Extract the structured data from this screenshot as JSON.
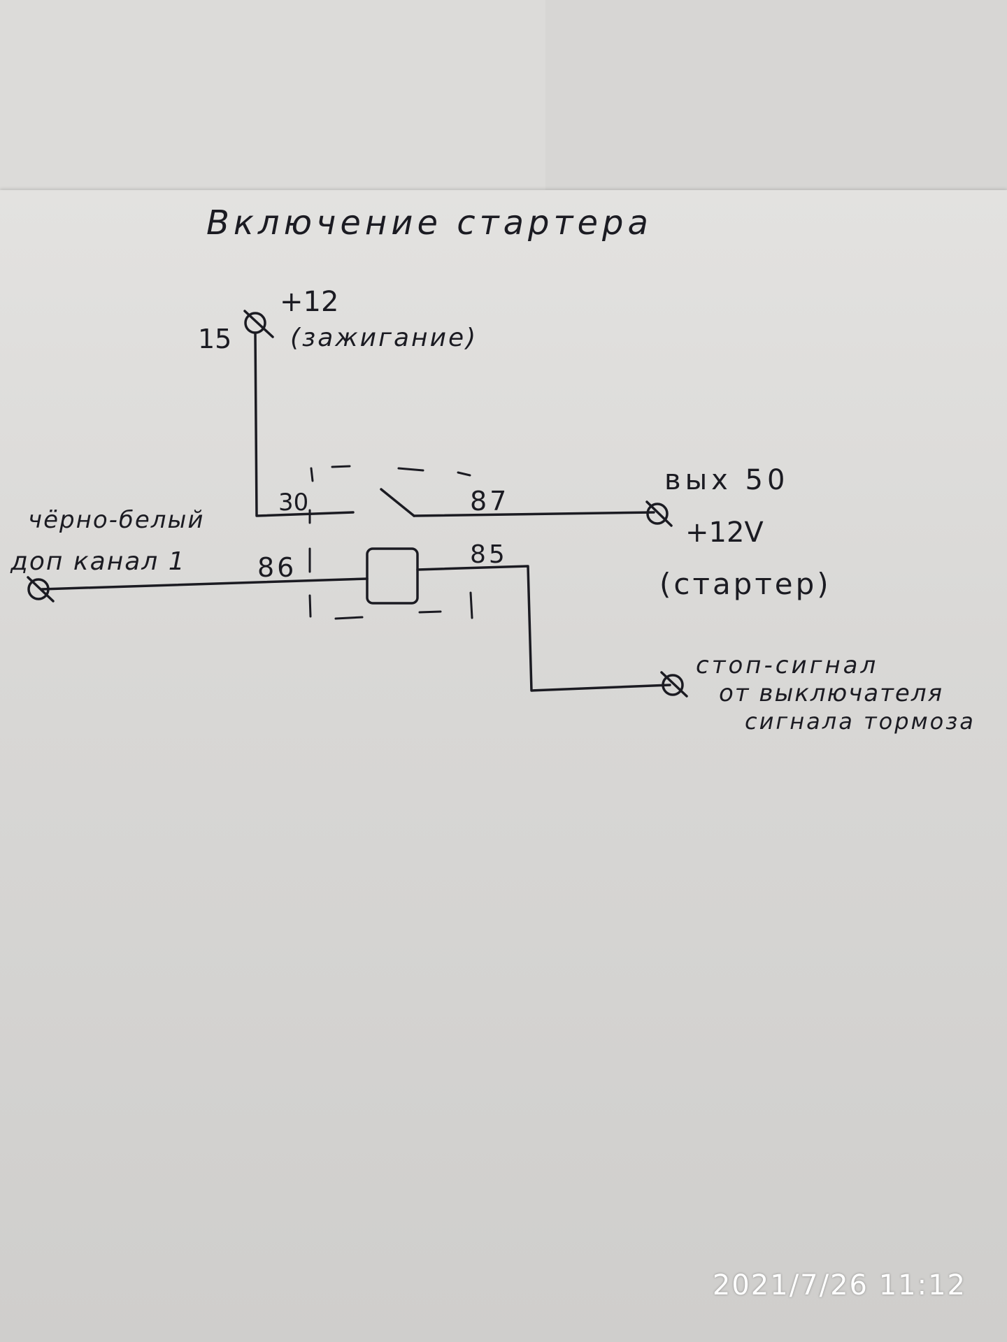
{
  "title": "Включение стартера",
  "terminals": {
    "t15": "15",
    "plus12": "+12",
    "ignition": "(зажигание)",
    "t30": "30",
    "t87": "87",
    "t86": "86",
    "t85": "85",
    "out50": "вых 50",
    "plus12v": "+12V",
    "starter": "(стартер)"
  },
  "wires": {
    "wire_color": "чёрно-белый",
    "aux_channel": "доп канал 1"
  },
  "brake": {
    "line1": "стоп-сигнал",
    "line2": "от выключателя",
    "line3": "сигнала тормоза"
  },
  "timestamp": "2021/7/26 11:12",
  "colors": {
    "ink": "#1b1b22",
    "paper": "#dddcda"
  }
}
